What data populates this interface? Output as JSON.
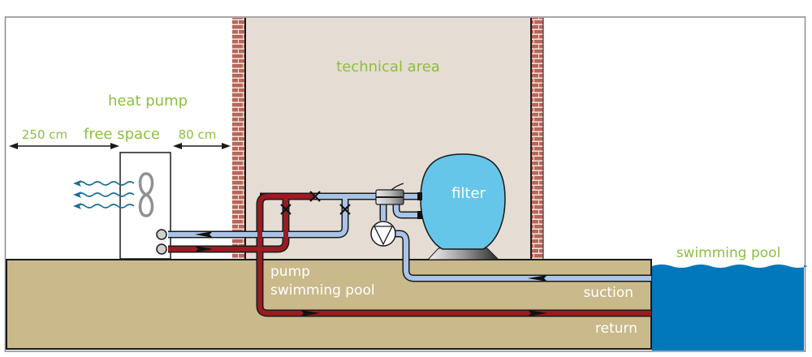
{
  "title": "Swimming pool heat pump installation diagram",
  "colors": {
    "frame": "#8a8a8a",
    "ground": "#c9b98b",
    "technical_area": "#e5ddd4",
    "brick": "#b8665a",
    "brick_mortar": "#f1e4dc",
    "pool_water": "#0078bb",
    "filter": "#65c6e9",
    "pipe_cold": "#a8c4e6",
    "pipe_hot": "#9a1b20",
    "label_green": "#8cbf3f",
    "label_white": "#ffffff",
    "heat_wave": "#1a6f95"
  },
  "labels": {
    "technical_area": "technical area",
    "heat_pump": "heat pump",
    "free_space": "free space",
    "left_clearance": "250 cm",
    "right_clearance": "80 cm",
    "filter": "filter",
    "swimming_pool": "swimming pool",
    "pump_line1": "pump",
    "pump_line2": "swimming pool",
    "suction": "suction",
    "return": "return"
  },
  "components": [
    {
      "id": "heat-pump",
      "icon": "fan-icon"
    },
    {
      "id": "filter",
      "icon": "filter-tank"
    },
    {
      "id": "circulation-pump",
      "icon": "pump-triangle-icon"
    },
    {
      "id": "multiport-valve",
      "icon": "valve-icon"
    },
    {
      "id": "bypass-valves",
      "count": 3,
      "icon": "valve-x-icon"
    }
  ],
  "flows": [
    {
      "pipe": "suction",
      "type": "cold",
      "direction": "pool-to-pump"
    },
    {
      "pipe": "return",
      "type": "hot",
      "direction": "heat-pump-to-pool"
    },
    {
      "pipe": "heat-pump-inlet",
      "type": "cold",
      "direction": "to-heat-pump"
    },
    {
      "pipe": "heat-pump-outlet",
      "type": "hot",
      "direction": "from-heat-pump"
    }
  ]
}
